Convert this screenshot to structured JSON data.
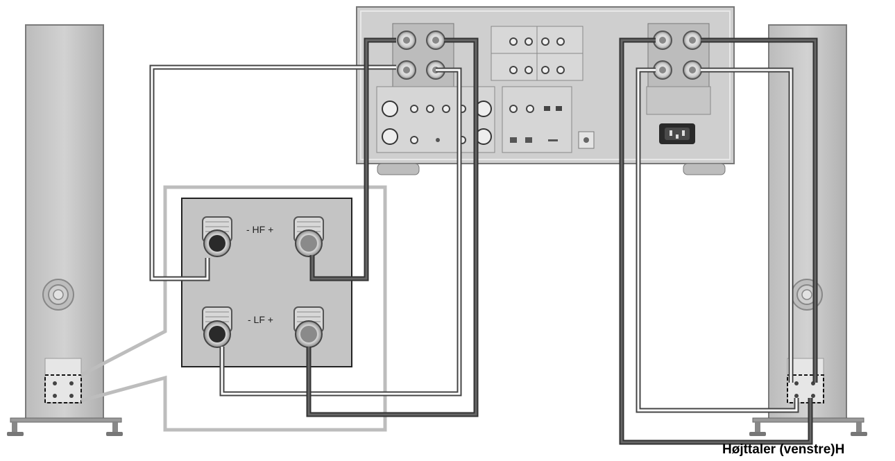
{
  "terminal_labels": {
    "hf": "- HF +",
    "lf": "- LF +"
  },
  "caption": "Højttaler (venstre)H",
  "colors": {
    "cabinet": "#c8c8c8",
    "cabinet_edge": "#7a7a7a",
    "wire_dark": "#555555",
    "wire_light": "#ffffff",
    "panel": "#c4c4c4",
    "amplifier": "#d0d0d0"
  },
  "icons": [
    "speaker-cabinet-icon",
    "amplifier-rear-panel-icon",
    "binding-post-icon",
    "power-inlet-icon"
  ]
}
